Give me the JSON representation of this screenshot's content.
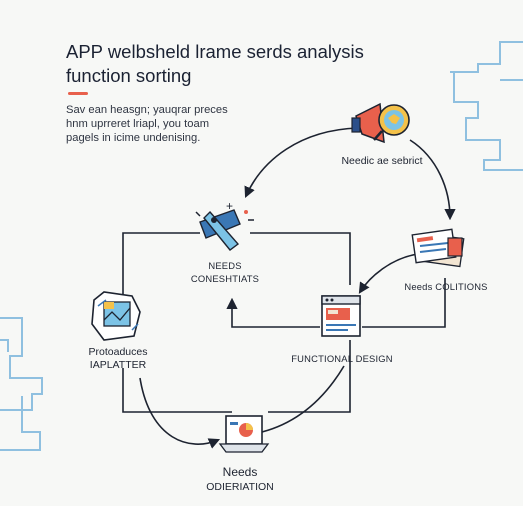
{
  "title_line1": "APP welbsheld lrame serds analysis",
  "title_line2": "function sorting",
  "intro": [
    "Sav ean heasgn; yauqrar preces",
    "hnm uprreret lriapl, you toam",
    "pagels in icime undenising."
  ],
  "accent_color": "#e8604c",
  "nodes": {
    "search": {
      "label": "Needic ae sebrict",
      "icon": "megaphone-search-icon"
    },
    "constraints": {
      "line1": "NEEDS",
      "line2": "CONESHTIATS",
      "icon": "tools-icon"
    },
    "collections": {
      "label": "Needs COLITIONS",
      "icon": "documents-icon"
    },
    "prototype": {
      "line1": "Protoaduces",
      "line2": "IAPLATTER",
      "icon": "prototype-image-icon"
    },
    "design": {
      "label": "FUNCTIONAL DESIGN",
      "icon": "browser-layout-icon"
    },
    "orientation": {
      "line1": "Needs",
      "line2": "ODIERIATION",
      "icon": "monitor-icon"
    }
  }
}
